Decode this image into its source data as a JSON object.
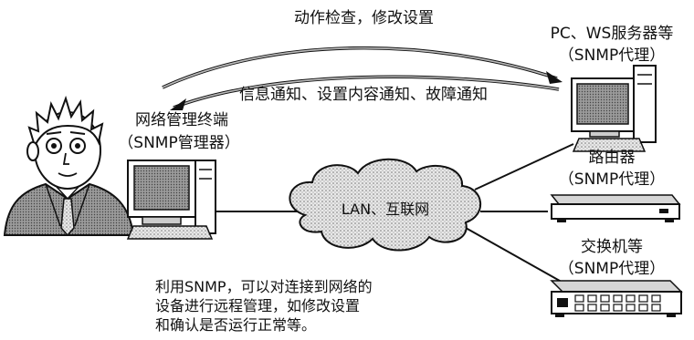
{
  "arrow_top_label": "动作检查，修改设置",
  "arrow_bottom_label": "信息通知、设置内容通知、故障通知",
  "manager": {
    "name": "网络管理终端",
    "role": "（SNMP管理器）"
  },
  "network_label": "LAN、互联网",
  "agents": [
    {
      "name": "PC、WS服务器等",
      "role": "（SNMP代理）"
    },
    {
      "name": "路由器",
      "role": "（SNMP代理）"
    },
    {
      "name": "交换机等",
      "role": "（SNMP代理）"
    }
  ],
  "note_lines": [
    "利用SNMP，可以对连接到网络的",
    "设备进行远程管理，如修改设置",
    "和确认是否运行正常等。"
  ],
  "colors": {
    "line": "#111111",
    "shade": "#9a9a9a",
    "light": "#d6d6d6",
    "mid": "#bdbdbd"
  }
}
